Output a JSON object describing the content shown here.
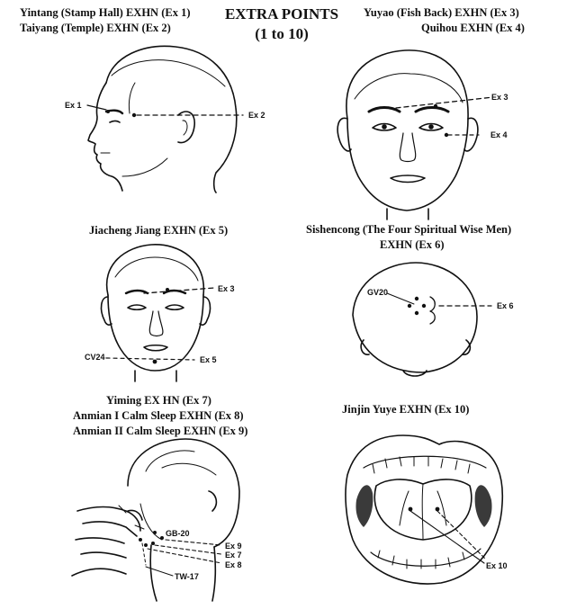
{
  "title": {
    "line1": "EXTRA POINTS",
    "line2": "(1 to 10)"
  },
  "headers": {
    "topleft_1": "Yintang (Stamp Hall)  EXHN (Ex 1)",
    "topleft_2": "Taiyang (Temple)  EXHN (Ex 2)",
    "topright_1": "Yuyao (Fish Back)  EXHN (Ex 3)",
    "topright_2": "Quihou  EXHN (Ex 4)",
    "mid_left": "Jiacheng Jiang  EXHN (Ex 5)",
    "mid_right_1": "Sishencong (The Four Spiritual Wise Men)",
    "mid_right_2": "EXHN (Ex 6)",
    "bottom_left_1": "Yiming  EX HN (Ex 7)",
    "bottom_left_2": "Anmian I  Calm Sleep  EXHN (Ex 8)",
    "bottom_left_3": "Anmian II  Calm Sleep  EXHN (Ex 9)",
    "bottom_right": "Jinjin Yuye  EXHN (Ex 10)"
  },
  "point_labels": {
    "ex1": "Ex 1",
    "ex2": "Ex 2",
    "ex3": "Ex 3",
    "ex4": "Ex 4",
    "ex3b": "Ex 3",
    "ex5": "Ex 5",
    "cv24": "CV24",
    "ex6": "Ex 6",
    "gv20": "GV20",
    "gb20": "GB-20",
    "ex9": "Ex 9",
    "ex7": "Ex 7",
    "ex8": "Ex 8",
    "tw17": "TW-17",
    "ex10": "Ex 10"
  },
  "colors": {
    "ink": "#111111",
    "background": "#ffffff",
    "tongue_shadow": "#3a3a3a"
  }
}
